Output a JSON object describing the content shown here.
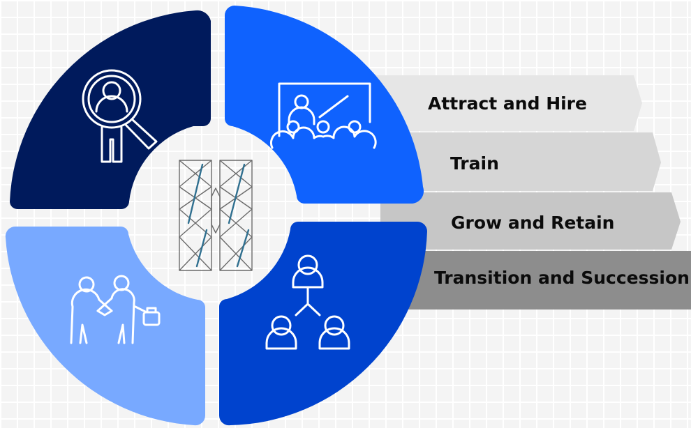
{
  "steps": [
    {
      "label": "Attract and Hire",
      "color": "#e6e6e6"
    },
    {
      "label": "Train",
      "color": "#d6d6d6"
    },
    {
      "label": "Grow and Retain",
      "color": "#c6c6c6"
    },
    {
      "label": "Transition and Succession",
      "color": "#8d8d8d"
    }
  ],
  "quadrants": [
    {
      "icon": "magnifier-person-icon",
      "color": "#001a5c"
    },
    {
      "icon": "presentation-audience-icon",
      "color": "#0f62fe"
    },
    {
      "icon": "org-hierarchy-icon",
      "color": "#0043ce"
    },
    {
      "icon": "handshake-icon",
      "color": "#78a9ff"
    }
  ],
  "center": {
    "icon": "mainframe-server-icon"
  }
}
